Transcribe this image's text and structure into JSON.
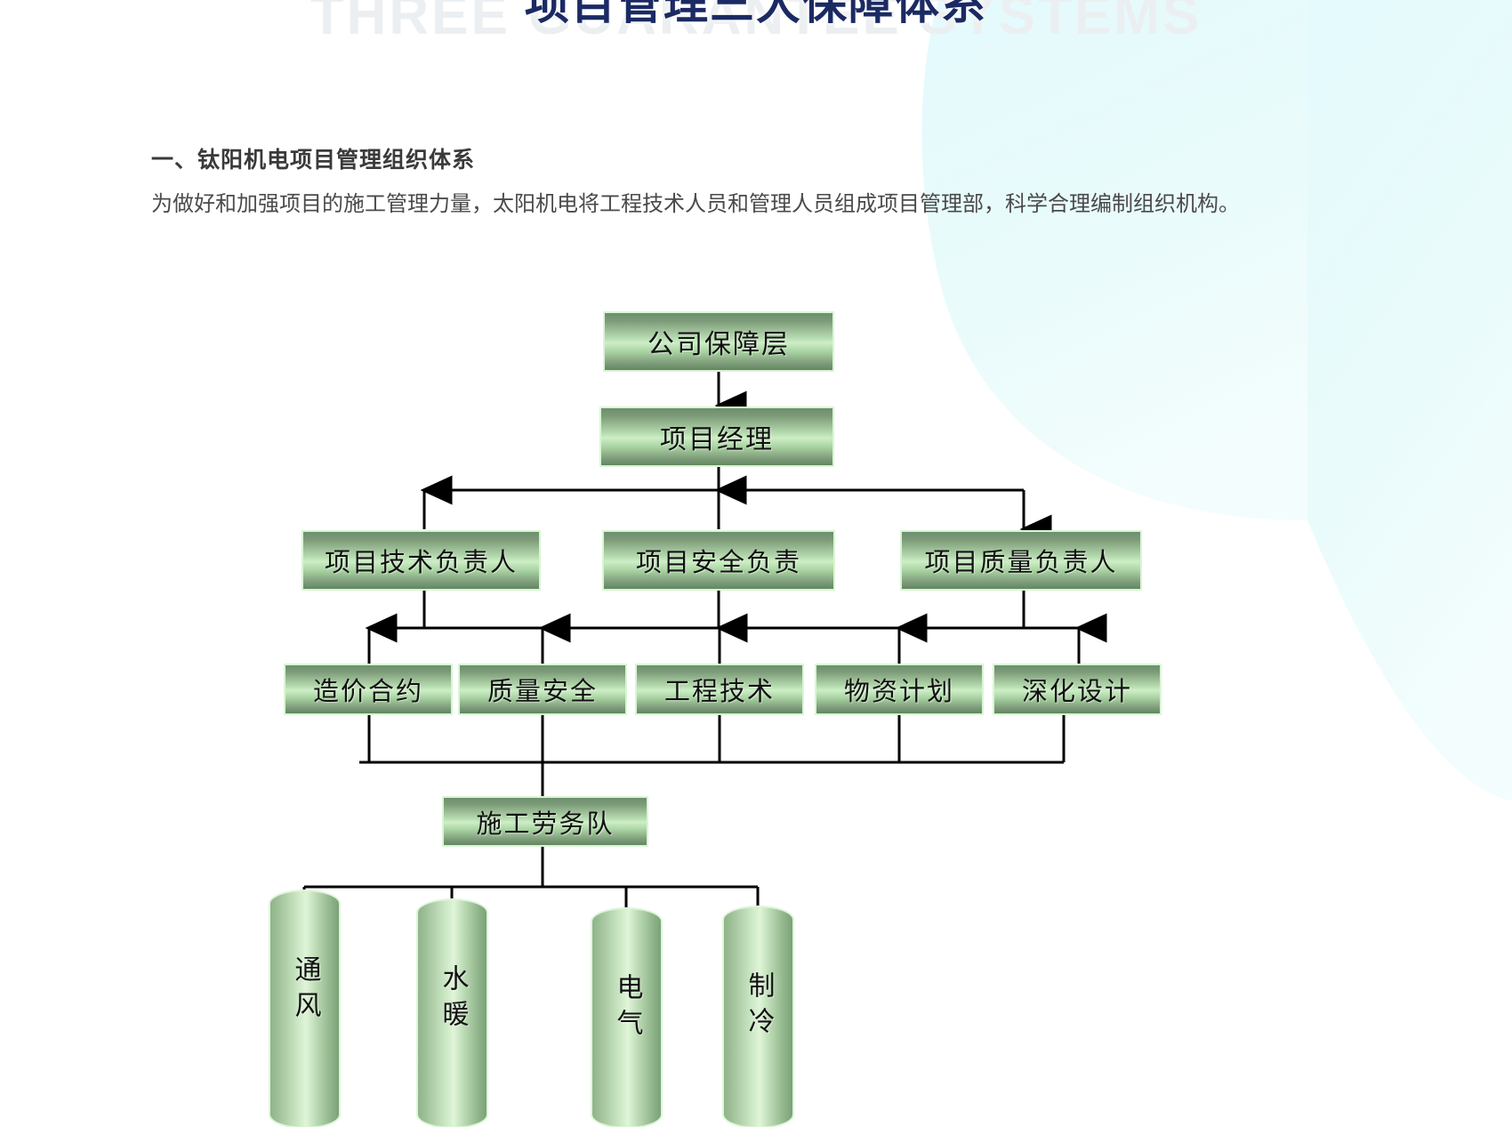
{
  "title": {
    "cn": "项目管理三大保障体系",
    "en": "THREE GUARANTEE SYSTEMS",
    "cn_color": "#1b2a63",
    "en_color": "#eceff1"
  },
  "section": {
    "heading": "一、钛阳机电项目管理组织体系",
    "paragraph": "为做好和加强项目的施工管理力量，太阳机电将工程技术人员和管理人员组成项目管理部，科学合理编制组织机构。"
  },
  "decor": {
    "fill": "#e8fbfb"
  },
  "chart_data": {
    "type": "diagram",
    "title": "项目管理组织体系",
    "node_fill_top": "#6d8f6d",
    "node_fill_mid": "#cdeec6",
    "node_glow": "#d9f5d5",
    "line_color": "#000000",
    "levels": [
      {
        "level": 1,
        "nodes": [
          "公司保障层"
        ]
      },
      {
        "level": 2,
        "nodes": [
          "项目经理"
        ]
      },
      {
        "level": 3,
        "nodes": [
          "项目技术负责人",
          "项目安全负责",
          "项目质量负责人"
        ]
      },
      {
        "level": 4,
        "nodes": [
          "造价合约",
          "质量安全",
          "工程技术",
          "物资计划",
          "深化设计"
        ]
      },
      {
        "level": 5,
        "nodes": [
          "施工劳务队"
        ]
      },
      {
        "level": 6,
        "nodes": [
          "通风",
          "水暖",
          "电气",
          "制冷"
        ]
      }
    ],
    "nodes": {
      "company": "公司保障层",
      "pm": "项目经理",
      "tech_lead": "项目技术负责人",
      "safety_lead": "项目安全负责",
      "quality_lead": "项目质量负责人",
      "cost": "造价合约",
      "quality": "质量安全",
      "engineering": "工程技术",
      "materials": "物资计划",
      "design": "深化设计",
      "labor": "施工劳务队",
      "vent": "通风",
      "plumb": "水暖",
      "elec": "电气",
      "cool": "制冷"
    },
    "edges": [
      {
        "from": "公司保障层",
        "to": "项目经理",
        "arrow": "down"
      },
      {
        "from": "项目经理",
        "to": "项目技术负责人",
        "arrow": "up"
      },
      {
        "from": "项目经理",
        "to": "项目安全负责",
        "arrow": "up"
      },
      {
        "from": "项目经理",
        "to": "项目质量负责人",
        "arrow": "down"
      },
      {
        "from": "项目技术负责人",
        "to": "造价合约",
        "arrow": "up"
      },
      {
        "from": "项目技术负责人",
        "to": "质量安全",
        "arrow": "up"
      },
      {
        "from": "项目安全负责",
        "to": "工程技术",
        "arrow": "up"
      },
      {
        "from": "项目质量负责人",
        "to": "物资计划",
        "arrow": "up"
      },
      {
        "from": "项目质量负责人",
        "to": "深化设计",
        "arrow": "up"
      },
      {
        "from": "造价合约",
        "to": "施工劳务队",
        "arrow": "none"
      },
      {
        "from": "质量安全",
        "to": "施工劳务队",
        "arrow": "none"
      },
      {
        "from": "工程技术",
        "to": "施工劳务队",
        "arrow": "none"
      },
      {
        "from": "物资计划",
        "to": "施工劳务队",
        "arrow": "none"
      },
      {
        "from": "深化设计",
        "to": "施工劳务队",
        "arrow": "none"
      },
      {
        "from": "施工劳务队",
        "to": "通风",
        "arrow": "none"
      },
      {
        "from": "施工劳务队",
        "to": "水暖",
        "arrow": "none"
      },
      {
        "from": "施工劳务队",
        "to": "电气",
        "arrow": "none"
      },
      {
        "from": "施工劳务队",
        "to": "制冷",
        "arrow": "none"
      }
    ]
  }
}
